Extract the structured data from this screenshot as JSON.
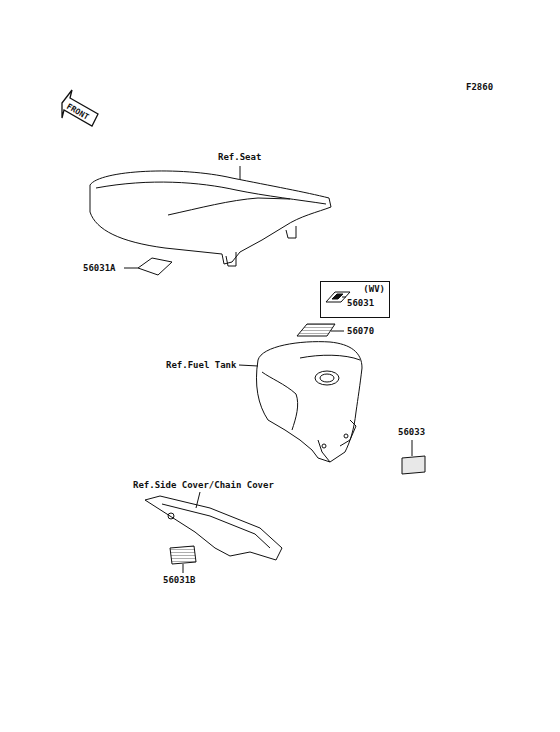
{
  "diagram": {
    "nodes": [
      {
        "text": [
          "(WV)",
          "56031"
        ]
      }
    ],
    "labels": [
      "F2860",
      "FRONT",
      "Ref.Seat",
      "56031A",
      "56070",
      "Ref.Fuel Tank",
      "56033",
      "Ref.Side Cover/Chain Cover",
      "56031B"
    ]
  }
}
